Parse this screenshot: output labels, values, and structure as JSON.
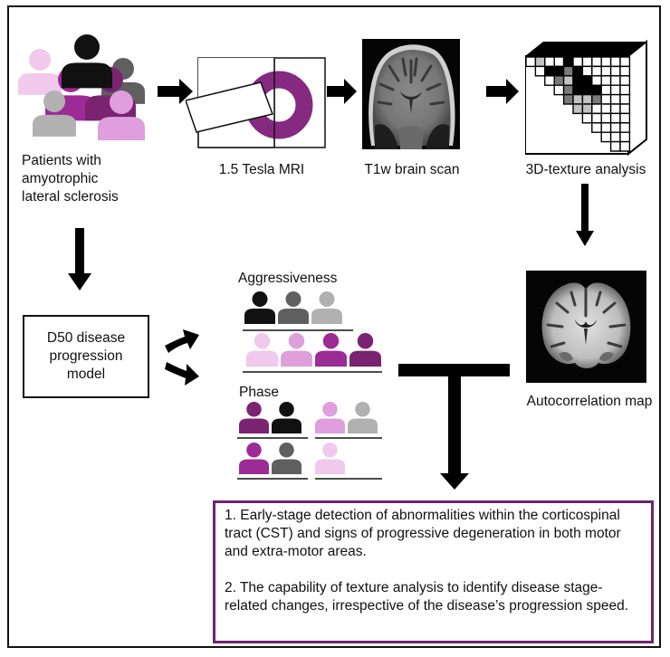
{
  "diagram": {
    "patients": {
      "label_lines": [
        "Patients with",
        "amyotrophic",
        "lateral sclerosis"
      ],
      "icon": "patient-group-icon"
    },
    "mri": {
      "label": "1.5 Tesla MRI",
      "icon": "mri-scanner-icon"
    },
    "t1w": {
      "label": "T1w brain scan",
      "icon": "brain-scan-image"
    },
    "texture": {
      "label": "3D-texture analysis",
      "icon": "texture-cube-icon"
    },
    "autocorrelation": {
      "label": "Autocorrelation map",
      "icon": "autocorrelation-brain-image"
    },
    "d50": {
      "label_lines": [
        "D50 disease",
        "progression",
        "model"
      ]
    },
    "aggressiveness": {
      "title": "Aggressiveness",
      "row1": [
        "dark",
        "mid-gray",
        "light-gray"
      ],
      "row2": [
        "light-pink",
        "pink",
        "magenta",
        "dark-purple"
      ]
    },
    "phase": {
      "title": "Phase",
      "groups": [
        [
          "dark-purple",
          "dark"
        ],
        [
          "pink",
          "light-gray"
        ],
        [
          "magenta",
          "mid-gray"
        ],
        [
          "light-pink"
        ]
      ]
    },
    "findings": [
      "1. Early-stage detection of abnormalities within the corticospinal tract (CST) and signs of progressive degeneration in both motor and extra-motor areas.",
      "2. The capability of texture analysis to identify disease stage-related changes, irrespective of the disease’s progression speed."
    ]
  },
  "colors": {
    "dark": "#111111",
    "mid-gray": "#5f5f5f",
    "light-gray": "#b1b1b1",
    "light-pink": "#f0c9ec",
    "pink": "#de9fdc",
    "magenta": "#9c2b95",
    "dark-purple": "#7a2371",
    "accent-border": "#6e2470",
    "mri-ring": "#852a80"
  },
  "texture_grid": {
    "cells": [
      "wLGwDwwwwww",
      "-wDDMDwwwwww",
      "--wMLDDwwww",
      "---wMDDDwww",
      "----MLLMwww",
      "-----LLwwww",
      "------wwwww",
      "-------wwww",
      "--------www",
      "---------ww"
    ]
  }
}
